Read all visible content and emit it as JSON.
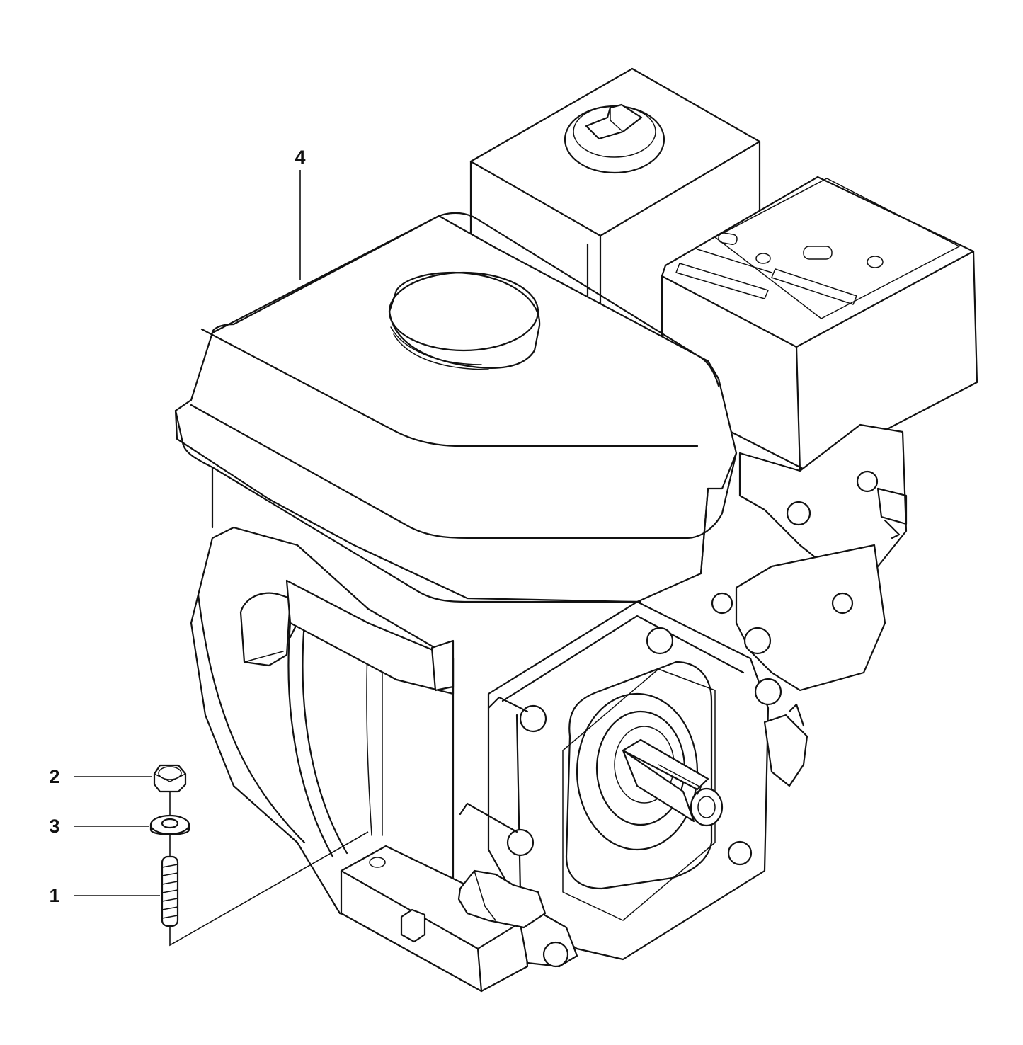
{
  "callouts": [
    {
      "id": "4",
      "label": "4",
      "part": "engine"
    },
    {
      "id": "2",
      "label": "2",
      "part": "nut"
    },
    {
      "id": "3",
      "label": "3",
      "part": "washer"
    },
    {
      "id": "1",
      "label": "1",
      "part": "stud"
    }
  ],
  "colors": {
    "line": "#111111",
    "background": "#ffffff"
  }
}
